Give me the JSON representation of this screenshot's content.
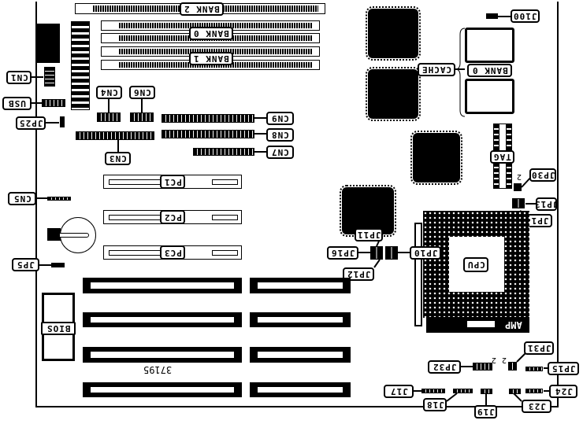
{
  "labels": {
    "bank2": "BANK 2",
    "bank0": "BANK 0",
    "bank1": "BANK 1",
    "cache": "CACHE",
    "cache_bank0": "BANK 0",
    "j100": "J100",
    "cn1": "CN1",
    "usb": "USB",
    "jp25": "JP25",
    "cn4": "CN4",
    "cn6": "CN6",
    "cn9": "CN9",
    "cn8": "CN8",
    "cn7": "CN7",
    "cn3": "CN3",
    "tag": "TAG",
    "jp30": "JP30",
    "jp13": "JP13",
    "jp14": "JP14",
    "jp11": "JP11",
    "jp16": "JP16",
    "jp12": "JP12",
    "jp10": "JP10",
    "cpu": "CPU",
    "amp": "AMP",
    "pc1": "PC1",
    "pc2": "PC2",
    "pc3": "PC3",
    "cn5": "CN5",
    "jp5": "JP5",
    "bios": "BIOS",
    "board_id": "37195",
    "jp31": "JP31",
    "jp32": "JP32",
    "jp15": "JP15",
    "j17": "J17",
    "j18": "J18",
    "j19": "J19",
    "j23": "J23",
    "j24": "J24",
    "pin2_a": "2",
    "pin2_b": "2",
    "pin2_c": "2"
  }
}
